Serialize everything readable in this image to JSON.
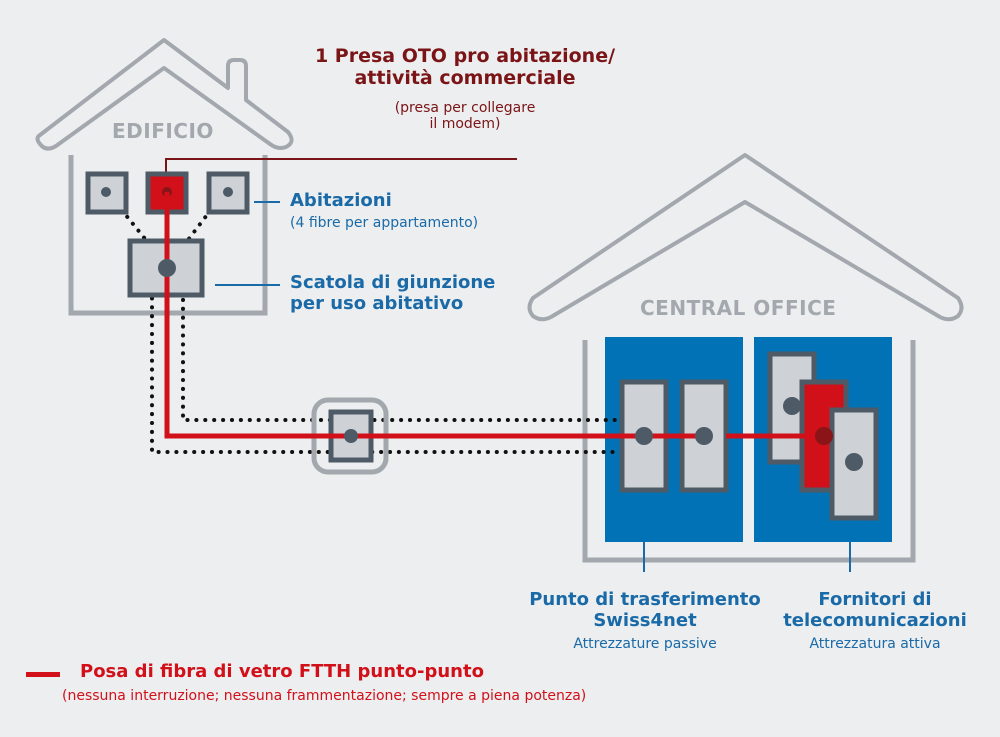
{
  "colors": {
    "background": "#eceeef",
    "outline_gray": "#a3a8ae",
    "box_dark": "#4e5a66",
    "box_fill": "#ced2d6",
    "fiber_red": "#d2101a",
    "label_blue": "#1a6aa8",
    "label_dark_red": "#7b1416",
    "panel_blue": "#0072b5"
  },
  "buildings": {
    "edificio": {
      "label": "EDIFICIO"
    },
    "central_office": {
      "label": "CENTRAL OFFICE"
    }
  },
  "labels": {
    "oto": {
      "title_line1": "1 Presa OTO pro abitazione/",
      "title_line2": "attività commerciale",
      "sub_line1": "(presa per collegare",
      "sub_line2": "il modem)"
    },
    "abitazioni": {
      "title": "Abitazioni",
      "sub": "(4 fibre per appartamento)"
    },
    "scatola": {
      "title_line1": "Scatola di giunzione",
      "title_line2": "per uso abitativo"
    },
    "punto_trasferimento": {
      "title_line1": "Punto di trasferimento",
      "title_line2": "Swiss4net",
      "sub": "Attrezzature passive"
    },
    "fornitori": {
      "title_line1": "Fornitori di",
      "title_line2": "telecomunicazioni",
      "sub": "Attrezzatura attiva"
    }
  },
  "legend": {
    "title": "Posa di fibra di vetro FTTH punto-punto",
    "sub": "(nessuna interruzione; nessuna frammentazione; sempre a piena potenza)",
    "line_color": "#d2101a"
  }
}
